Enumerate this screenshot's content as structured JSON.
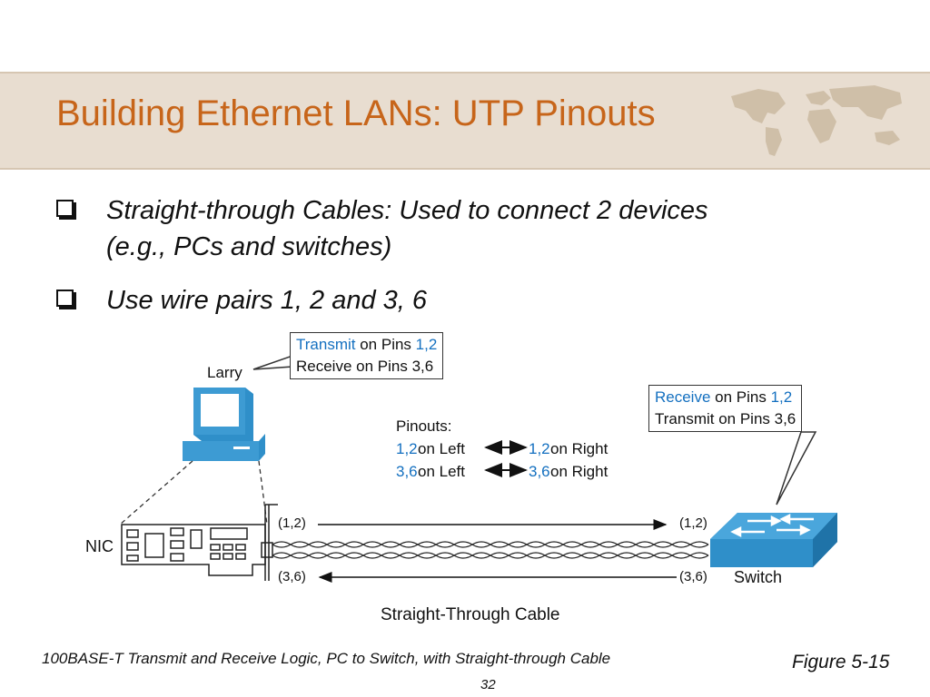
{
  "slide": {
    "title": "Building Ethernet LANs: UTP Pinouts",
    "bullets": [
      {
        "line1": "Straight-through Cables: Used to connect 2 devices",
        "line2": "(e.g., PCs and switches)"
      },
      {
        "line1": "Use wire pairs 1, 2 and 3, 6"
      }
    ],
    "caption": "100BASE-T Transmit and Receive Logic, PC to Switch, with Straight-through Cable",
    "figure_ref": "Figure 5-15",
    "page_number": "32"
  },
  "diagram": {
    "pc_label": "Larry",
    "nic_label": "NIC",
    "switch_label": "Switch",
    "cable_label": "Straight-Through Cable",
    "pc_callout": {
      "t1": "Transmit",
      "t2": " on Pins ",
      "t3": "1,2",
      "t4": "Receive on Pins 3,6"
    },
    "switch_callout": {
      "t1": "Receive",
      "t2": " on Pins ",
      "t3": "1,2",
      "t4": "Transmit on Pins 3,6"
    },
    "pinouts": {
      "heading": "Pinouts:",
      "row1": {
        "a": "1,2",
        "b": " on Left",
        "c": "1,2",
        "d": " on Right"
      },
      "row2": {
        "a": "3,6",
        "b": " on Left",
        "c": "3,6",
        "d": " on Right"
      }
    },
    "pins": {
      "left_top": "(1,2)",
      "right_top": "(1,2)",
      "left_bottom": "(3,6)",
      "right_bottom": "(3,6)"
    },
    "colors": {
      "accent_title": "#c7651a",
      "device_blue": "#2f8fc9",
      "pin_blue": "#1470c0",
      "band": "#e8ddd0"
    },
    "icons": [
      "pc-icon",
      "switch-icon",
      "nic-card-icon",
      "world-map-icon",
      "checkbox-bullet-icon"
    ]
  }
}
